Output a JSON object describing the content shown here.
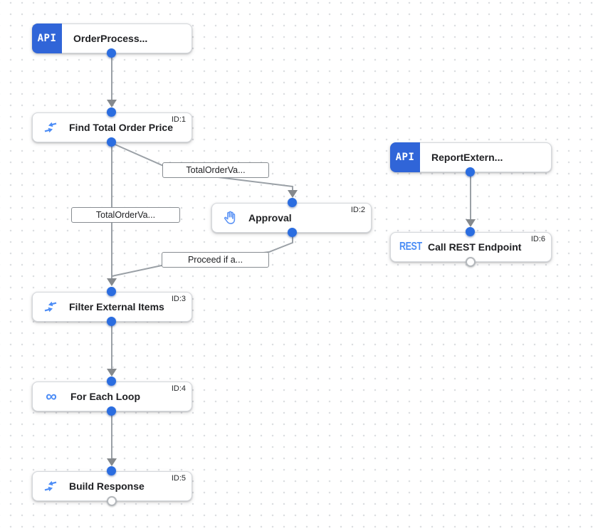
{
  "app": {
    "name": "Integration designer canvas"
  },
  "colors": {
    "badge_blue": "#3065d8",
    "port_blue": "#2b6de0",
    "icon_blue": "#4d8df6",
    "edge_gray": "#9aa0a6",
    "node_border": "#d5d8dc",
    "grid_dot": "#dcdee1",
    "text": "#202124"
  },
  "icons": {
    "api_badge_text": "API",
    "rest_text": "REST",
    "infinity_glyph": "∞",
    "data_mapping": "converging-arrows",
    "approval": "raised-hand"
  },
  "nodes": {
    "order_trigger": {
      "badge": "API",
      "title": "OrderProcess..."
    },
    "find_total": {
      "id_label": "ID:1",
      "title": "Find Total Order Price"
    },
    "approval": {
      "id_label": "ID:2",
      "title": "Approval"
    },
    "filter_items": {
      "id_label": "ID:3",
      "title": "Filter External Items"
    },
    "for_each": {
      "id_label": "ID:4",
      "title": "For Each Loop"
    },
    "build_response": {
      "id_label": "ID:5",
      "title": "Build Response"
    },
    "report_trigger": {
      "badge": "API",
      "title": "ReportExtern..."
    },
    "call_rest": {
      "id_label": "ID:6",
      "icon_text": "REST",
      "title": "Call REST Endpoint"
    }
  },
  "edge_labels": {
    "find_to_approval": "TotalOrderVa...",
    "find_to_filter": "TotalOrderVa...",
    "approval_to_filter": "Proceed if a..."
  }
}
